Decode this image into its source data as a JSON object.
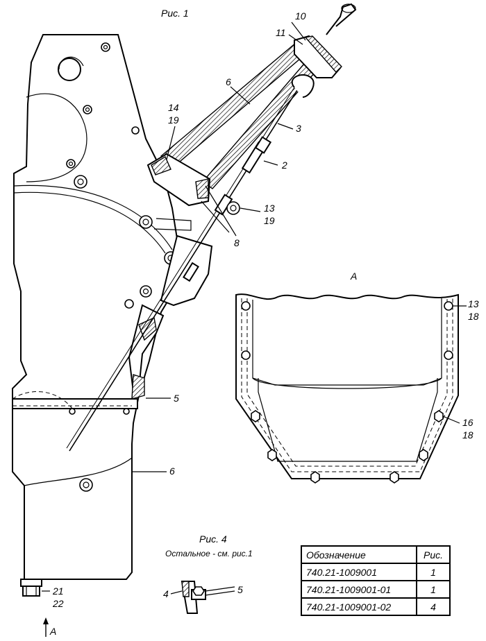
{
  "figure1": {
    "caption": "Рис. 1",
    "labels": {
      "l10": "10",
      "l11": "11",
      "l6a": "6",
      "l14": "14",
      "l19a": "19",
      "l3": "3",
      "l2": "2",
      "l13a": "13",
      "l19b": "19",
      "l8": "8",
      "l5": "5",
      "l6b": "6",
      "l21": "21",
      "l22": "22",
      "arrowA": "A"
    }
  },
  "viewA": {
    "title": "A",
    "labels": {
      "l13": "13",
      "l18a": "18",
      "l16": "16",
      "l18b": "18"
    }
  },
  "figure4": {
    "caption": "Рис. 4",
    "note": "Остальное - см. рис.1",
    "labels": {
      "l4": "4",
      "l5": "5"
    }
  },
  "spec_table": {
    "headers": [
      "Обозначение",
      "Рис."
    ],
    "rows": [
      [
        "740.21-1009001",
        "1"
      ],
      [
        "740.21-1009001-01",
        "1"
      ],
      [
        "740.21-1009001-02",
        "4"
      ]
    ]
  }
}
